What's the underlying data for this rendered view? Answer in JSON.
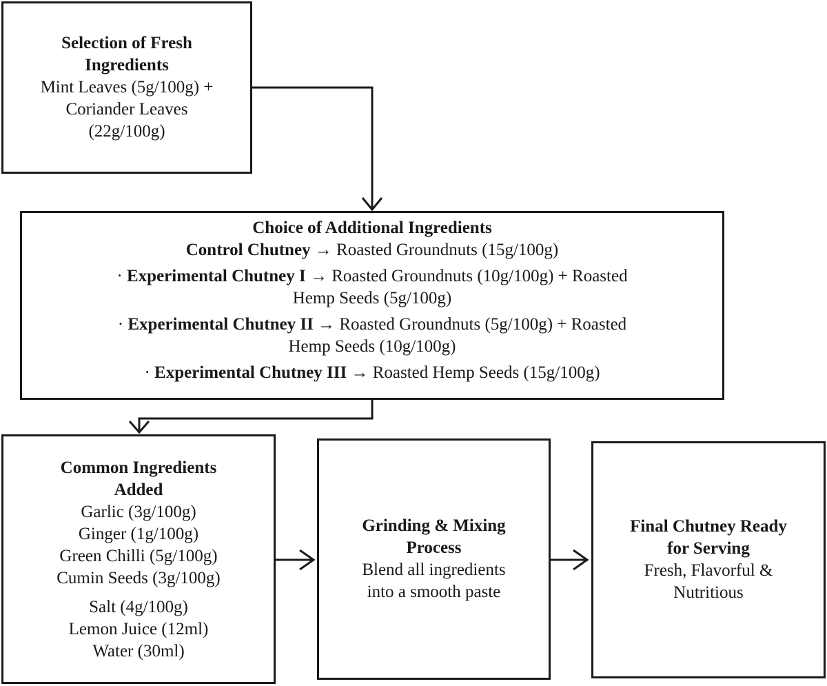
{
  "fresh": {
    "title_lines": [
      "Selection of Fresh",
      "Ingredients"
    ],
    "lines": [
      "Mint Leaves (5g/100g) +",
      "Coriander Leaves",
      "(22g/100g)"
    ]
  },
  "choice": {
    "title": "Choice of Additional Ingredients",
    "control": {
      "label": "Control Chutney",
      "arrow": "→",
      "text": "Roasted Groundnuts (15g/100g)"
    },
    "exp1": {
      "bullet": "·",
      "label": "Experimental Chutney I",
      "arrow": "→",
      "text1": "Roasted Groundnuts (10g/100g) + Roasted",
      "text2": "Hemp Seeds (5g/100g)"
    },
    "exp2": {
      "bullet": "·",
      "label": "Experimental Chutney II",
      "arrow": "→",
      "text1": "Roasted Groundnuts (5g/100g) + Roasted",
      "text2": "Hemp Seeds (10g/100g)"
    },
    "exp3": {
      "bullet": "·",
      "label": "Experimental Chutney III",
      "arrow": "→",
      "text": "Roasted Hemp Seeds (15g/100g)"
    }
  },
  "common": {
    "title_lines": [
      "Common Ingredients",
      "Added"
    ],
    "group1": [
      "Garlic (3g/100g)",
      "Ginger (1g/100g)",
      "Green Chilli (5g/100g)",
      "Cumin Seeds (3g/100g)"
    ],
    "group2": [
      "Salt (4g/100g)",
      "Lemon Juice (12ml)",
      "Water (30ml)"
    ]
  },
  "grind": {
    "title_lines": [
      "Grinding & Mixing",
      "Process"
    ],
    "lines": [
      "Blend all ingredients",
      "into a smooth paste"
    ]
  },
  "final": {
    "title_lines": [
      "Final Chutney Ready",
      "for Serving"
    ],
    "lines": [
      "Fresh, Flavorful &",
      "Nutritious"
    ]
  }
}
